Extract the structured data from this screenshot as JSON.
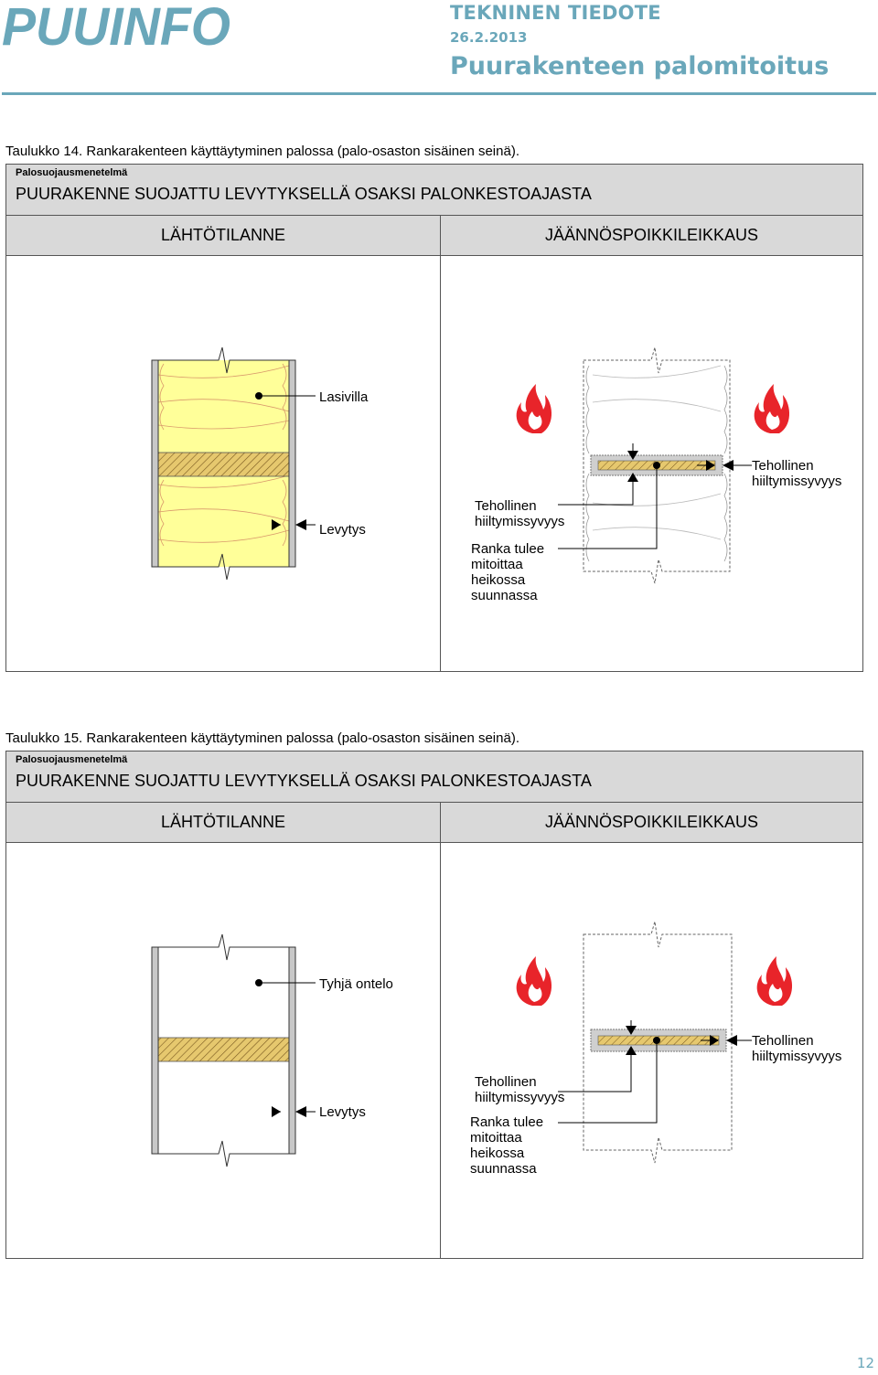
{
  "header": {
    "brand": "PUUINFO",
    "doc_kind": "TEKNINEN TIEDOTE",
    "date": "26.2.2013",
    "title": "Puurakenteen palomitoitus"
  },
  "colors": {
    "accent": "#6aa7ba",
    "table_header_bg": "#d9d9d9",
    "insulation": "#ffff99",
    "timber": "#e6c86e",
    "flame": "#e8242a"
  },
  "tables": [
    {
      "caption": "Taulukko 14. Rankarakenteen käyttäytyminen palossa (palo-osaston sisäinen seinä).",
      "method_label": "Palosuojausmenetelmä",
      "method_value": "PUURAKENNE SUOJATTU LEVYTYKSELLÄ OSAKSI PALONKESTOAJASTA",
      "col_left": "LÄHTÖTILANNE",
      "col_right": "JÄÄNNÖSPOIKKILEIKKAUS",
      "left_labels": {
        "cavity": "Lasivilla",
        "board": "Levytys"
      },
      "right_labels": {
        "char_left_1": "Tehollinen",
        "char_left_2": "hiiltymissyvyys",
        "stud_1": "Ranka tulee",
        "stud_2": "mitoittaa",
        "stud_3": "heikossa",
        "stud_4": "suunnassa",
        "char_right_1": "Tehollinen",
        "char_right_2": "hiiltymissyvyys"
      }
    },
    {
      "caption": "Taulukko 15. Rankarakenteen käyttäytyminen palossa (palo-osaston sisäinen seinä).",
      "method_label": "Palosuojausmenetelmä",
      "method_value": "PUURAKENNE SUOJATTU LEVYTYKSELLÄ OSAKSI PALONKESTOAJASTA",
      "col_left": "LÄHTÖTILANNE",
      "col_right": "JÄÄNNÖSPOIKKILEIKKAUS",
      "left_labels": {
        "cavity": "Tyhjä ontelo",
        "board": "Levytys"
      },
      "right_labels": {
        "char_left_1": "Tehollinen",
        "char_left_2": "hiiltymissyvyys",
        "stud_1": "Ranka tulee",
        "stud_2": "mitoittaa",
        "stud_3": "heikossa",
        "stud_4": "suunnassa",
        "char_right_1": "Tehollinen",
        "char_right_2": "hiiltymissyvyys"
      }
    }
  ],
  "page_number": "12"
}
